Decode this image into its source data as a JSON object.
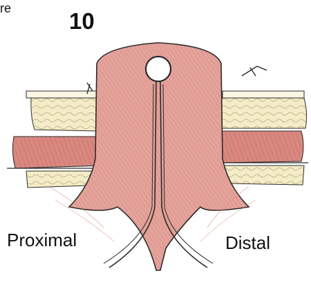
{
  "figure": {
    "corner_text": "re",
    "number": "10",
    "labels": {
      "distal": "Distal",
      "proximal": "Proximal"
    }
  },
  "colors": {
    "muscle": "#d98880",
    "mucosa": "#e4a39b",
    "fat": "#f3ecc6",
    "outline": "#2a2a2a",
    "hatch": "#b65a55"
  }
}
